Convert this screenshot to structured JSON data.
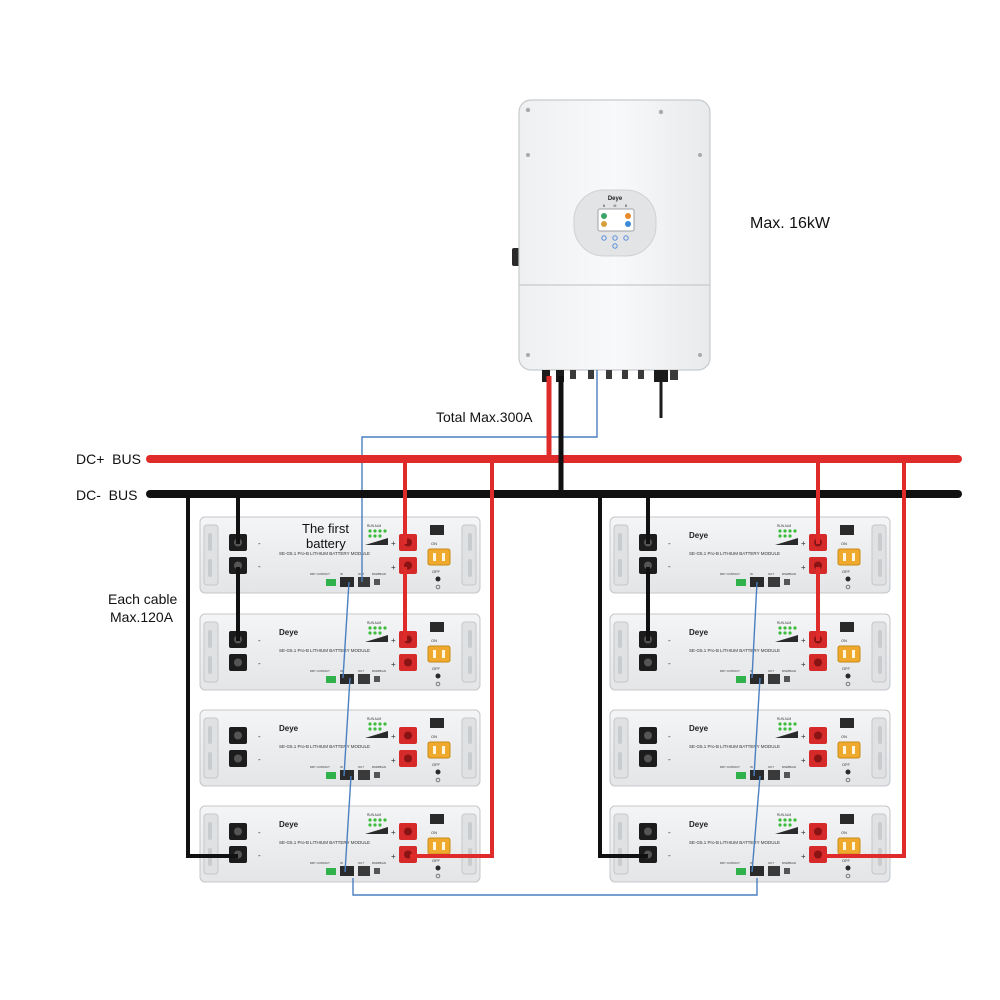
{
  "labels": {
    "max_power": "Max. 16kW",
    "total_current": "Total Max.300A",
    "dc_plus_bus": "DC+  BUS",
    "dc_minus_bus": "DC-  BUS",
    "each_cable_line1": "Each cable",
    "each_cable_line2": "Max.120A",
    "first_battery_line1": "The first",
    "first_battery_line2": "battery"
  },
  "inverter": {
    "brand": "Deye",
    "screen_letters": [
      "N",
      "M",
      "B"
    ]
  },
  "battery_module": {
    "brand": "Deye",
    "model": "SE-G5.1 Pro-B",
    "module_type": "LITHIUM BATTERY MODULE",
    "switch_on": "ON",
    "switch_off": "OFF",
    "port_labels": [
      "DRY CONTACT",
      "IN",
      "OUT",
      "RS485",
      "CAN"
    ],
    "led_label": "RUN ALM",
    "plus_sign": "+",
    "minus_sign": "-"
  },
  "battery_banks": [
    {
      "name": "left",
      "modules": 4
    },
    {
      "name": "right",
      "modules": 4
    }
  ],
  "colors": {
    "positive_cable": "#e02b2b",
    "negative_cable": "#111111",
    "communication_cable": "#4a7fc1",
    "module_body": "#eceeef",
    "inverter_body": "#f4f5f6"
  }
}
